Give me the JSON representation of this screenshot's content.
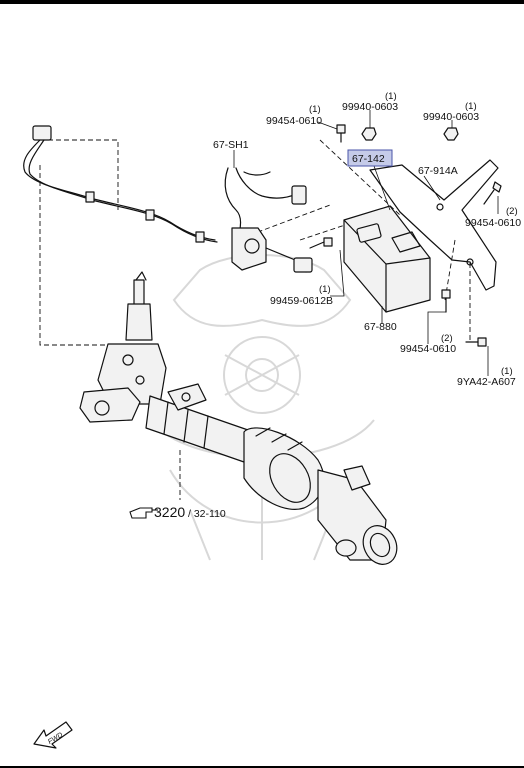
{
  "labels": {
    "p67sh1": "67-SH1",
    "p67142": "67-142",
    "p67914a": "67-914A",
    "p67880": "67-880",
    "b99454_top": "99454-0610",
    "b99454_top_qty": "(1)",
    "b99940_a": "99940-0603",
    "b99940_a_qty": "(1)",
    "b99940_b": "99940-0603",
    "b99940_b_qty": "(1)",
    "b99454_right": "99454-0610",
    "b99454_right_qty": "(2)",
    "b99459": "99459-0612B",
    "b99459_qty": "(1)",
    "b99454_bottom": "99454-0610",
    "b99454_bottom_qty": "(2)",
    "b9ya42": "9YA42-A607",
    "b9ya42_qty": "(1)",
    "ref_main": "3220",
    "ref_sub": "/ 32-110",
    "fwd": "FWD"
  },
  "colors": {
    "highlight_fill": "#c5cbe9",
    "highlight_border": "#4a55a8",
    "line": "#111111",
    "watermark": "#d8d8d8"
  },
  "icons": {
    "pointer": "pointing-hand-icon",
    "fwd": "fwd-arrow-icon"
  }
}
